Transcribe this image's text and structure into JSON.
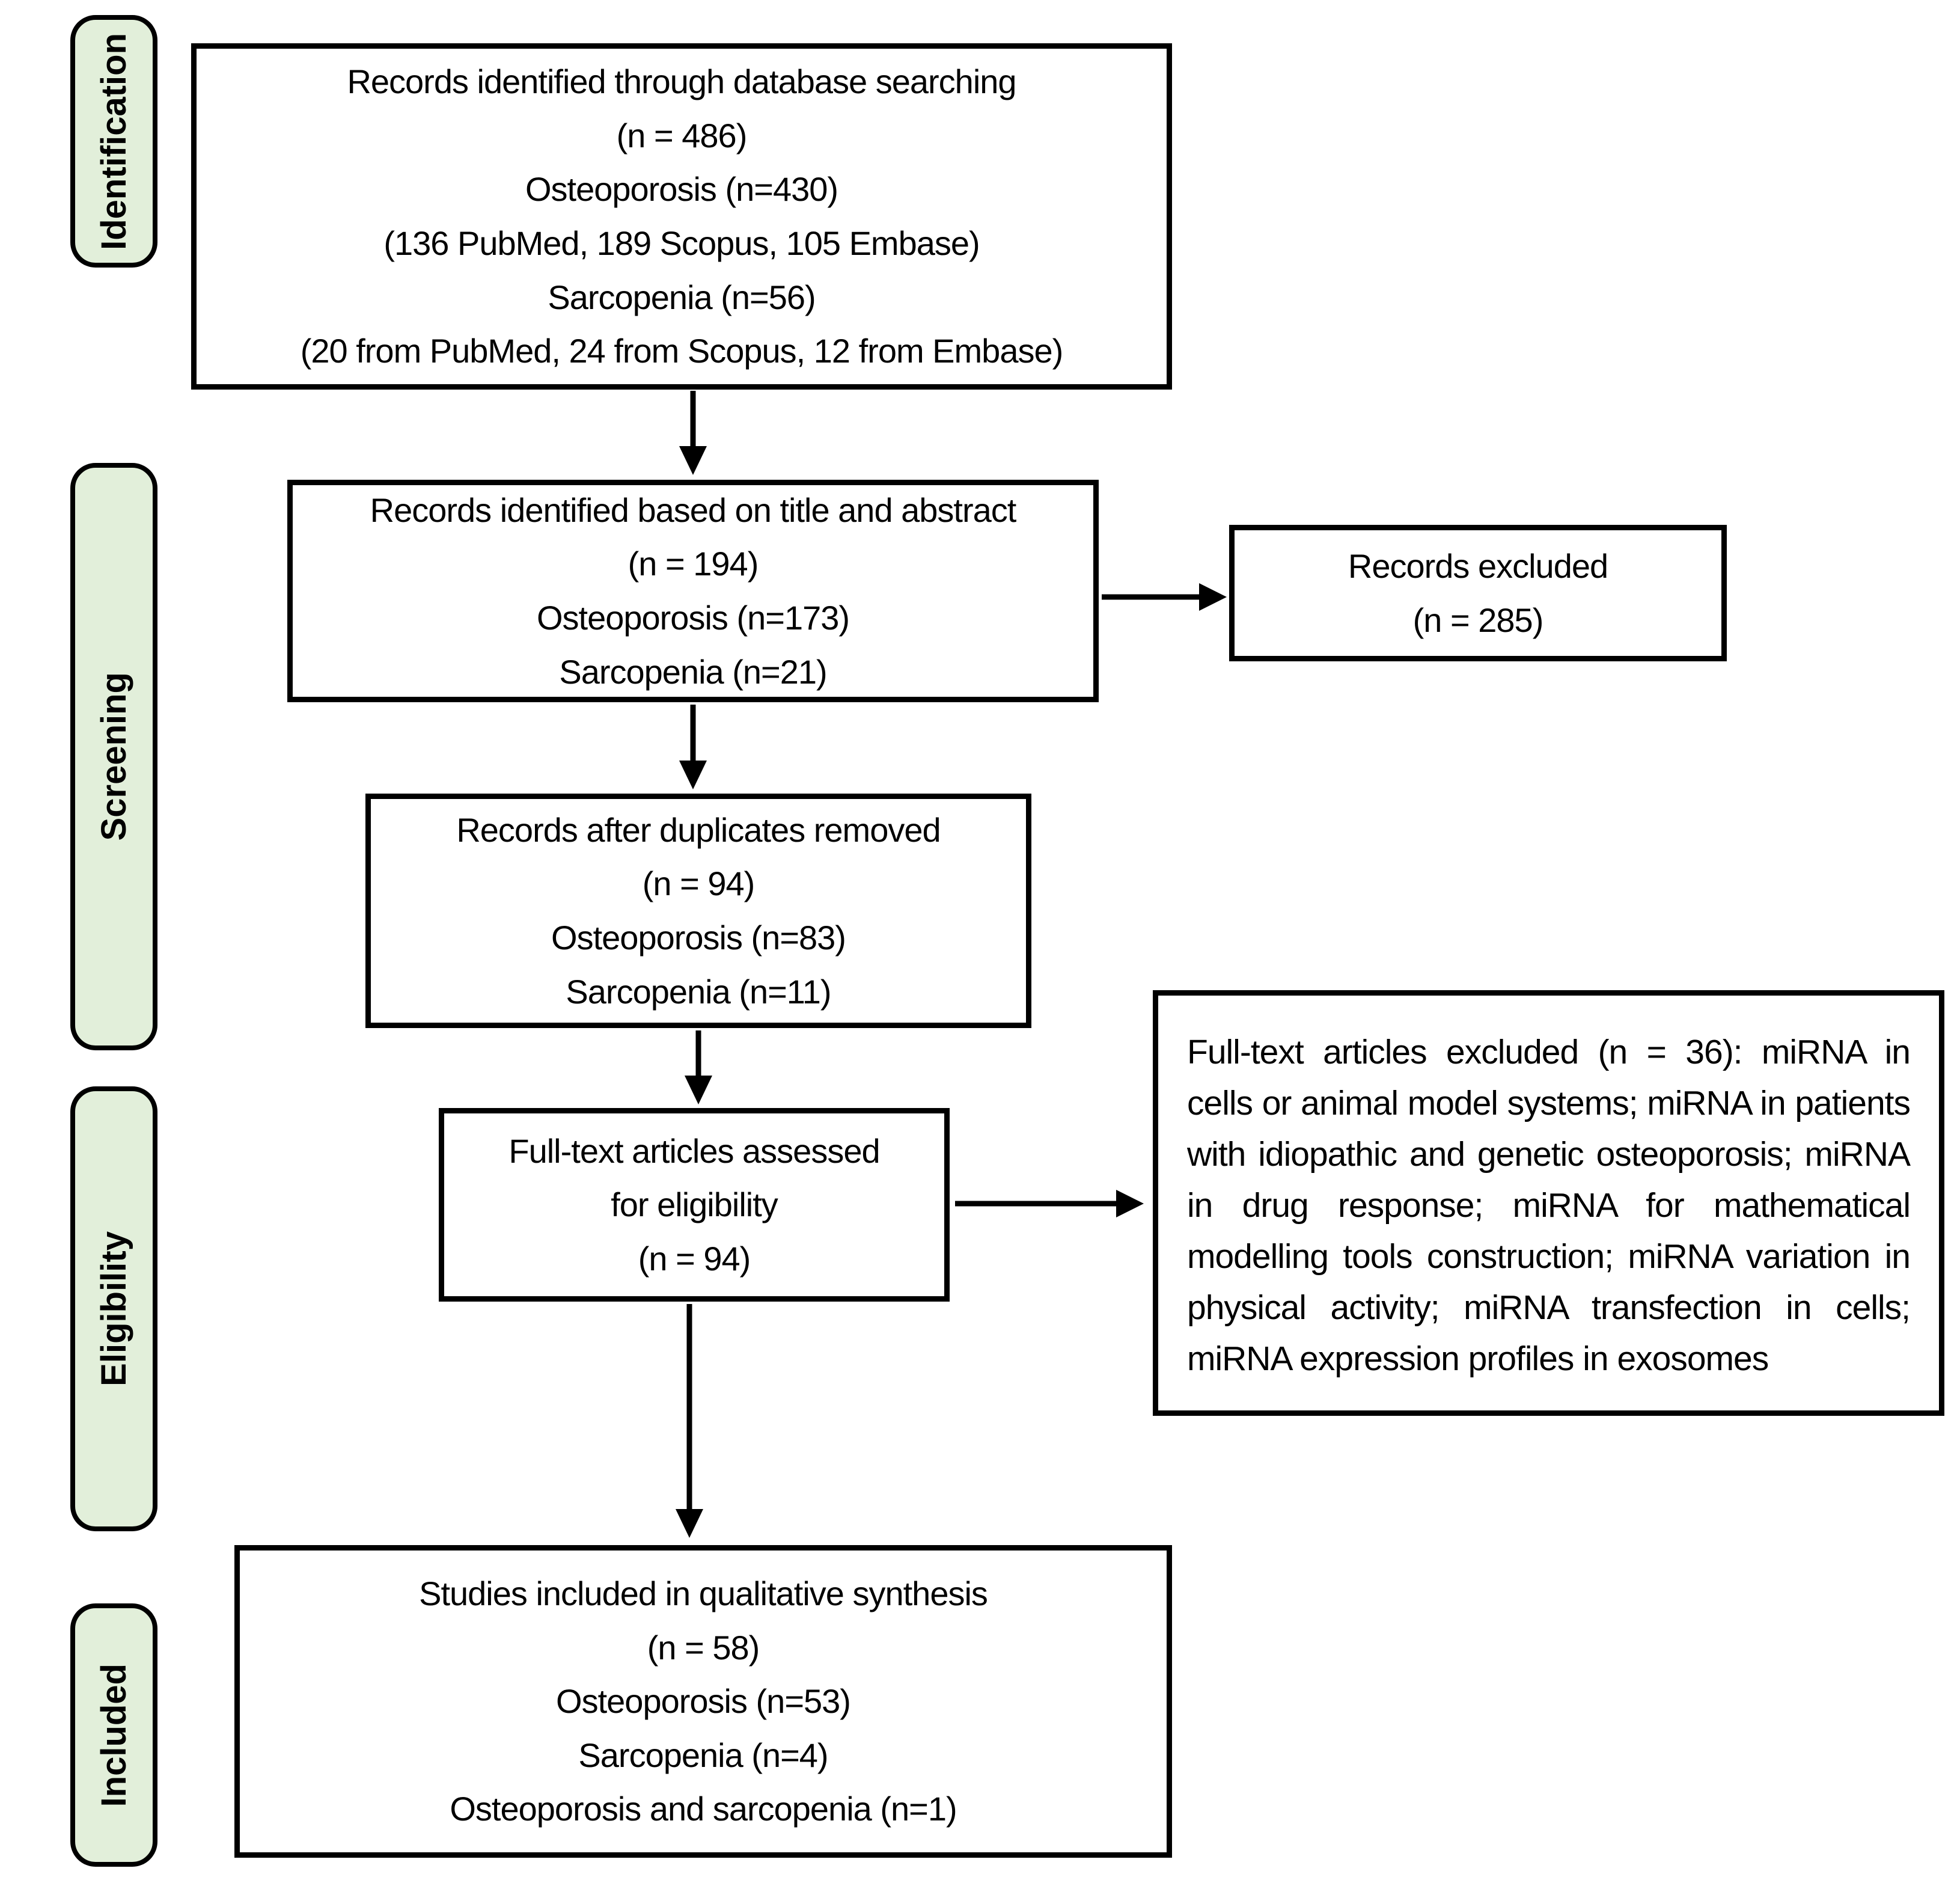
{
  "colors": {
    "background": "#ffffff",
    "stage_fill": "#e2efda",
    "border": "#000000",
    "text": "#000000"
  },
  "stages": [
    {
      "label": "Identification"
    },
    {
      "label": "Screening"
    },
    {
      "label": "Eligibility"
    },
    {
      "label": "Included"
    }
  ],
  "boxes": {
    "identified": {
      "lines": [
        "Records identified through database searching",
        "(n = 486)",
        "Osteoporosis (n=430)",
        "(136 PubMed, 189 Scopus, 105 Embase)",
        "Sarcopenia (n=56)",
        "(20 from PubMed, 24 from Scopus, 12 from Embase)"
      ]
    },
    "title_abstract": {
      "lines": [
        "Records identified based on title and abstract",
        "(n = 194)",
        "Osteoporosis (n=173)",
        "Sarcopenia (n=21)"
      ]
    },
    "records_excluded": {
      "lines": [
        "Records excluded",
        "(n = 285)"
      ]
    },
    "duplicates_removed": {
      "lines": [
        "Records after duplicates removed",
        "(n = 94)",
        "Osteoporosis (n=83)",
        "Sarcopenia (n=11)"
      ]
    },
    "fulltext_assessed": {
      "lines": [
        "Full-text articles assessed",
        "for eligibility",
        "(n = 94)"
      ]
    },
    "fulltext_excluded": {
      "text": "Full-text articles excluded (n = 36): miRNA in cells or animal model systems; miRNA in patients with idiopathic and genetic osteoporosis; miRNA in drug response; miRNA for mathematical modelling tools construction; miRNA variation in physical activity; miRNA transfection in cells; miRNA expression profiles in exosomes"
    },
    "included_studies": {
      "lines": [
        "Studies included in qualitative synthesis",
        "(n = 58)",
        "Osteoporosis (n=53)",
        "Sarcopenia (n=4)",
        "Osteoporosis and sarcopenia (n=1)"
      ]
    }
  }
}
